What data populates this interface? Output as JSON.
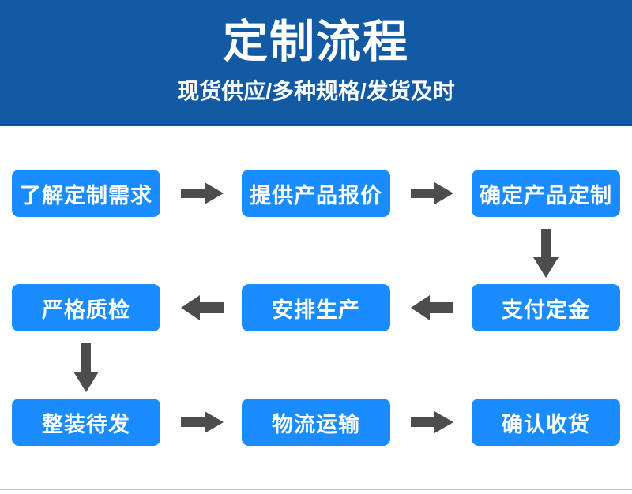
{
  "header": {
    "title": "定制流程",
    "subtitle": "现货供应/多种规格/发货及时",
    "background_color": "#125aa3",
    "text_color": "#ffffff"
  },
  "flow": {
    "box_color": "#1a8cff",
    "box_text_color": "#ffffff",
    "arrow_color": "#4d4d4d",
    "rows": [
      {
        "row_index": 1,
        "direction": "left-to-right",
        "steps": [
          {
            "order": 1,
            "label": "了解定制需求"
          },
          {
            "order": 2,
            "label": "提供产品报价"
          },
          {
            "order": 3,
            "label": "确定产品定制"
          }
        ],
        "connectors": [
          {
            "name": "arrow-right-1",
            "icon": "arrow-right-icon"
          },
          {
            "name": "arrow-right-2",
            "icon": "arrow-right-icon"
          }
        ]
      },
      {
        "row_index": 2,
        "direction": "right-to-left",
        "steps": [
          {
            "order": 6,
            "label": "严格质检"
          },
          {
            "order": 5,
            "label": "安排生产"
          },
          {
            "order": 4,
            "label": "支付定金"
          }
        ],
        "connectors": [
          {
            "name": "arrow-left-1",
            "icon": "arrow-left-icon"
          },
          {
            "name": "arrow-left-2",
            "icon": "arrow-left-icon"
          }
        ]
      },
      {
        "row_index": 3,
        "direction": "left-to-right",
        "steps": [
          {
            "order": 7,
            "label": "整装待发"
          },
          {
            "order": 8,
            "label": "物流运输"
          },
          {
            "order": 9,
            "label": "确认收货"
          }
        ],
        "connectors": [
          {
            "name": "arrow-right-3",
            "icon": "arrow-right-icon"
          },
          {
            "name": "arrow-right-4",
            "icon": "arrow-right-icon"
          }
        ]
      }
    ],
    "vertical_connectors": [
      {
        "name": "arrow-down-right",
        "icon": "arrow-down-icon",
        "from": "确定产品定制",
        "to": "支付定金"
      },
      {
        "name": "arrow-down-left",
        "icon": "arrow-down-icon",
        "from": "严格质检",
        "to": "整装待发"
      }
    ]
  }
}
